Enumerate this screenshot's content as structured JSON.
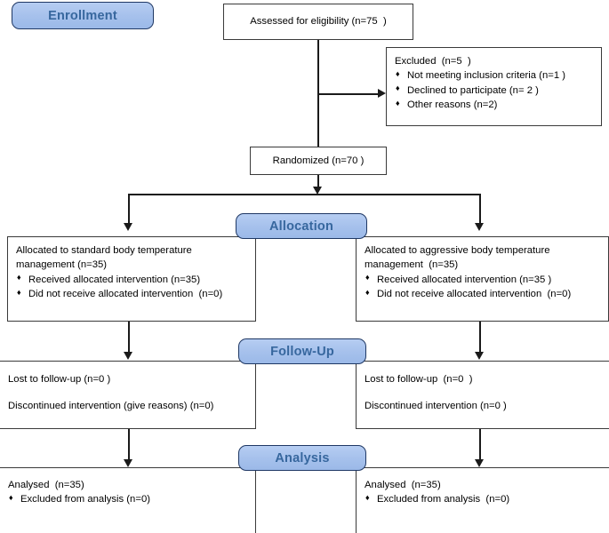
{
  "diagram": {
    "title": "CONSORT participant flow diagram",
    "colors": {
      "stage_fill": "#a6c1ec",
      "stage_border": "#1f3864",
      "stage_text": "#37679e",
      "box_border": "#3a3a3a",
      "connector": "#1a1a1a",
      "background": "#ffffff"
    }
  },
  "stages": {
    "enrollment": "Enrollment",
    "allocation": "Allocation",
    "followup": "Follow-Up",
    "analysis": "Analysis"
  },
  "boxes": {
    "assessed": {
      "text": "Assessed for eligibility (n=75  )"
    },
    "excluded": {
      "heading": "Excluded  (n=5  )",
      "items": [
        "Not meeting inclusion criteria (n=1 )",
        "Declined to participate (n= 2 )",
        "Other reasons (n=2)"
      ]
    },
    "randomized": {
      "text": "Randomized (n=70 )"
    },
    "alloc_left": {
      "heading_line1": "Allocated to standard body temperature",
      "heading_line2": "management (n=35)",
      "items": [
        "Received allocated intervention (n=35)",
        "Did not receive allocated intervention  (n=0)"
      ]
    },
    "alloc_right": {
      "heading_line1": "Allocated to aggressive body temperature",
      "heading_line2": "management  (n=35)",
      "items": [
        "Received allocated intervention (n=35 )",
        "Did not receive allocated intervention  (n=0)"
      ]
    },
    "follow_left": {
      "line1": "Lost to follow-up (n=0 )",
      "line2": "Discontinued intervention (give reasons) (n=0)"
    },
    "follow_right": {
      "line1": "Lost to follow-up  (n=0  )",
      "line2": "Discontinued intervention (n=0 )"
    },
    "analysis_left": {
      "heading": "Analysed  (n=35)",
      "items": [
        "Excluded from analysis (n=0)"
      ]
    },
    "analysis_right": {
      "heading": "Analysed  (n=35)",
      "items": [
        "Excluded from analysis  (n=0)"
      ]
    }
  }
}
